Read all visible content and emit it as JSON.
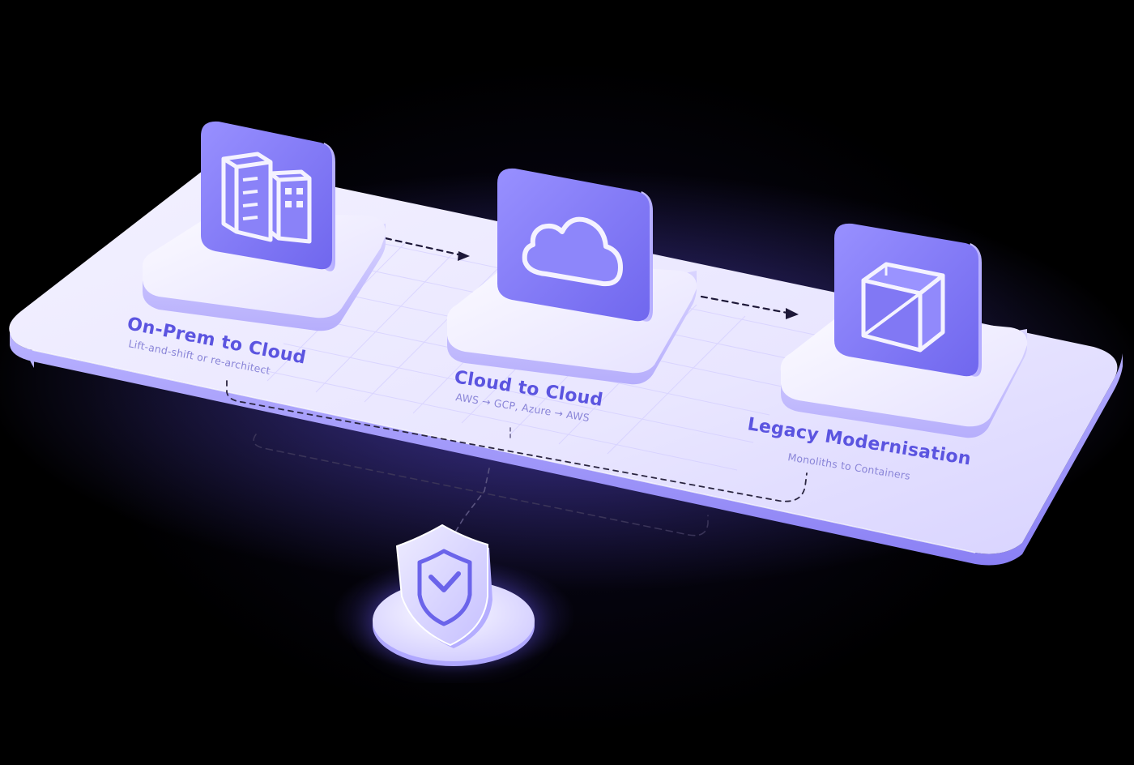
{
  "colors": {
    "background": "#000000",
    "platform": "#eeeaff",
    "accent": "#7b74f2",
    "title_text": "#5b54e0",
    "subtitle_text": "#8a85d8",
    "connector": "#2a2540"
  },
  "stages": [
    {
      "title": "On-Prem to Cloud",
      "subtitle": "Lift-and-shift or re-architect",
      "icon": "building-icon"
    },
    {
      "title": "Cloud to Cloud",
      "subtitle": "AWS → GCP, Azure → AWS",
      "icon": "cloud-icon"
    },
    {
      "title": "Legacy Modernisation",
      "subtitle": "Monoliths to Containers",
      "icon": "cube-icon"
    }
  ],
  "security": {
    "icon": "shield-check-icon"
  }
}
